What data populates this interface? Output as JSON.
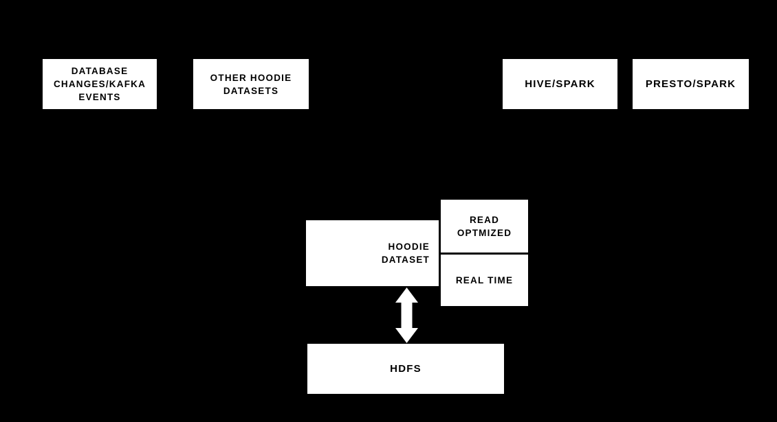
{
  "colors": {
    "background": "#000000",
    "box_fill": "#ffffff",
    "box_text": "#000000",
    "arrow": "#ffffff"
  },
  "nodes": {
    "database_changes": {
      "lines": [
        "DATABASE",
        "CHANGES/KAFKA",
        "EVENTS"
      ]
    },
    "other_hoodie_datasets": {
      "lines": [
        "OTHER HOODIE",
        "DATASETS"
      ]
    },
    "hive_spark": {
      "lines": [
        "HIVE/SPARK"
      ]
    },
    "presto_spark": {
      "lines": [
        "PRESTO/SPARK"
      ]
    },
    "hoodie_dataset": {
      "lines": [
        "HOODIE",
        "DATASET"
      ]
    },
    "read_optimized": {
      "lines": [
        "READ",
        "OPTMIZED"
      ]
    },
    "real_time": {
      "lines": [
        "REAL TIME"
      ]
    },
    "hdfs": {
      "lines": [
        "HDFS"
      ]
    }
  }
}
